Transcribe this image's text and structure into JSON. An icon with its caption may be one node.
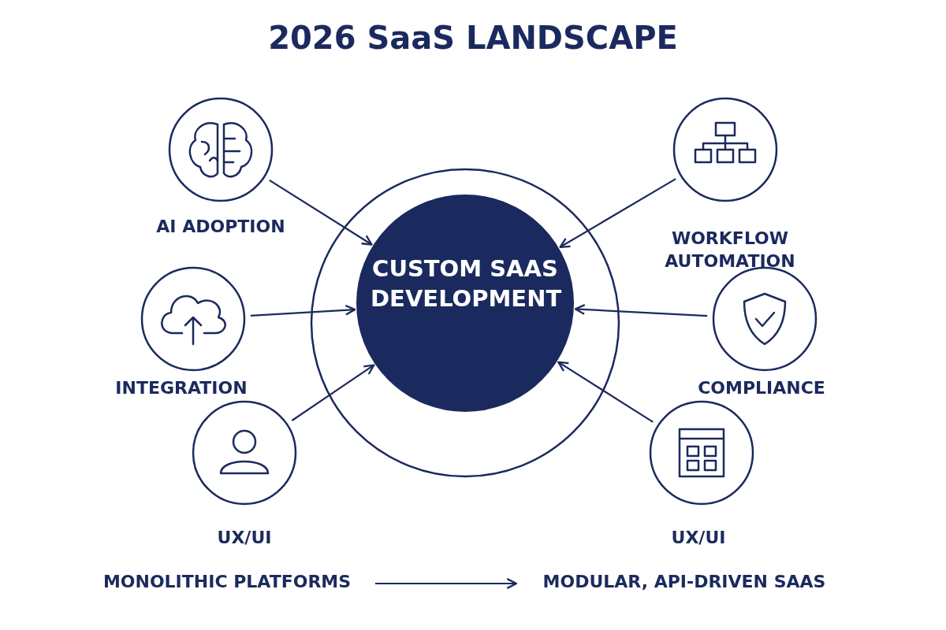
{
  "diagram": {
    "title": "2026 SaaS LANDSCAPE",
    "nodes": [
      {
        "text": [],
        "shape": "circle"
      },
      {
        "text": [
          "CUSTOM SAAS DEVELOPMENT"
        ],
        "in": 0
      },
      {
        "text": [
          "AI ADOPTION"
        ]
      },
      {
        "text": [
          "WORKFLOW AUTOMATION"
        ]
      },
      {
        "text": [
          "INTEGRATION"
        ]
      },
      {
        "text": [
          "COMPLIANCE"
        ]
      },
      {
        "text": [
          "UX/UI"
        ]
      },
      {
        "text": [
          "UX/UI"
        ]
      },
      {
        "text": [
          "MONOLITHIC PLATFORMS"
        ]
      },
      {
        "text": [
          "MODULAR, API-DRIVEN SAAS"
        ]
      }
    ],
    "edges": [
      {
        "from": 2,
        "to": 1,
        "arrow": "to"
      },
      {
        "from": 3,
        "to": 1,
        "arrow": "to"
      },
      {
        "from": 4,
        "to": 1,
        "arrow": "to"
      },
      {
        "from": 5,
        "to": 1,
        "arrow": "to"
      },
      {
        "from": 6,
        "to": 1,
        "arrow": "to"
      },
      {
        "from": 7,
        "to": 1,
        "arrow": "to"
      },
      {
        "from": 8,
        "to": 9,
        "arrow": "to"
      }
    ]
  }
}
